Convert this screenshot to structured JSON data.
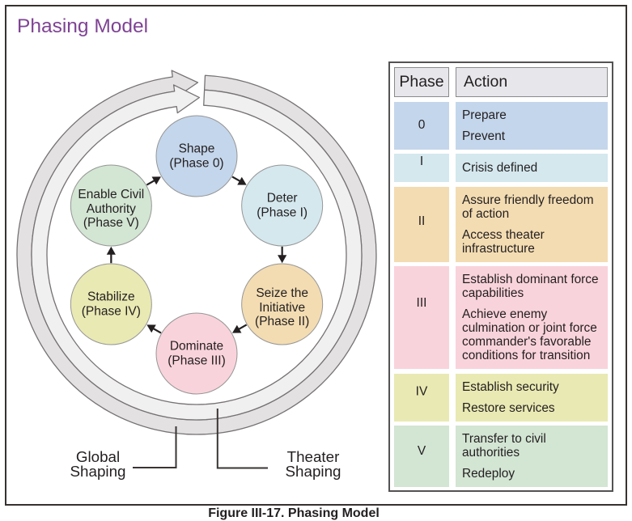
{
  "title": "Phasing Model",
  "caption": "Figure III-17. Phasing Model",
  "ring": {
    "outer_label": "Global\nShaping",
    "inner_label": "Theater\nShaping"
  },
  "cycle": {
    "nodes": [
      {
        "id": "shape",
        "label": "Shape\n(Phase 0)",
        "color": "#c4d6eb"
      },
      {
        "id": "deter",
        "label": "Deter\n(Phase I)",
        "color": "#d4e8ee"
      },
      {
        "id": "seize",
        "label": "Seize the\nInitiative\n(Phase II)",
        "color": "#f3dcb2"
      },
      {
        "id": "dominate",
        "label": "Dominate\n(Phase III)",
        "color": "#f9d3db"
      },
      {
        "id": "stabilize",
        "label": "Stabilize\n(Phase IV)",
        "color": "#e9e9b3"
      },
      {
        "id": "enable",
        "label": "Enable Civil\nAuthority\n(Phase V)",
        "color": "#d3e5d3"
      }
    ]
  },
  "table": {
    "headers": [
      "Phase",
      "Action"
    ],
    "rows": [
      {
        "phase": "0",
        "color": "#c4d6eb",
        "actions": [
          "Prepare",
          "Prevent"
        ]
      },
      {
        "phase": "I",
        "color": "#d4e8ee",
        "actions": [
          "Crisis defined"
        ]
      },
      {
        "phase": "II",
        "color": "#f3dcb2",
        "actions": [
          "Assure friendly freedom of action",
          "Access theater infrastructure"
        ]
      },
      {
        "phase": "III",
        "color": "#f9d3db",
        "actions": [
          "Establish dominant force capabilities",
          "Achieve enemy culmination or joint force commander's favorable conditions for transition"
        ]
      },
      {
        "phase": "IV",
        "color": "#e9e9b3",
        "actions": [
          "Establish security",
          "Restore services"
        ]
      },
      {
        "phase": "V",
        "color": "#d3e5d3",
        "actions": [
          "Transfer to civil authorities",
          "Redeploy"
        ]
      }
    ]
  }
}
